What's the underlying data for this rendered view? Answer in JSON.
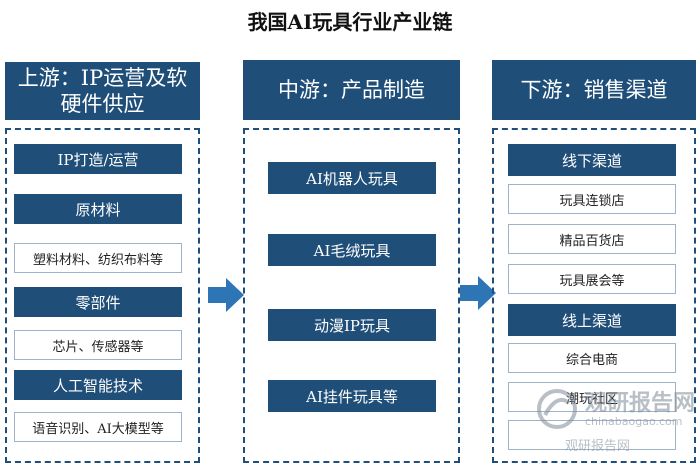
{
  "title": "我国AI玩具行业产业链",
  "upstream": {
    "heading": "上游：IP运营及软硬件供应",
    "items": [
      {
        "label": "IP打造/运营"
      },
      {
        "label": "原材料"
      },
      {
        "label": "塑料材料、纺织布料等"
      },
      {
        "label": "零部件"
      },
      {
        "label": "芯片、传感器等"
      },
      {
        "label": "人工智能技术"
      },
      {
        "label": "语音识别、AI大模型等"
      }
    ]
  },
  "midstream": {
    "heading": "中游：产品制造",
    "items": [
      {
        "label": "AI机器人玩具"
      },
      {
        "label": "AI毛绒玩具"
      },
      {
        "label": "动漫IP玩具"
      },
      {
        "label": "AI挂件玩具等"
      }
    ]
  },
  "downstream": {
    "heading": "下游：销售渠道",
    "items": [
      {
        "label": "线下渠道"
      },
      {
        "label": "玩具连锁店"
      },
      {
        "label": "精品百货店"
      },
      {
        "label": "玩具展会等"
      },
      {
        "label": "线上渠道"
      },
      {
        "label": "综合电商"
      },
      {
        "label": "潮玩社区"
      },
      {
        "label": ""
      }
    ]
  },
  "watermark": {
    "name": "观研报告网",
    "url": "chinabaogao.com",
    "alt": "观研报告网"
  },
  "colors": {
    "primary": "#1f4e79",
    "arrow": "#2e75b6"
  }
}
